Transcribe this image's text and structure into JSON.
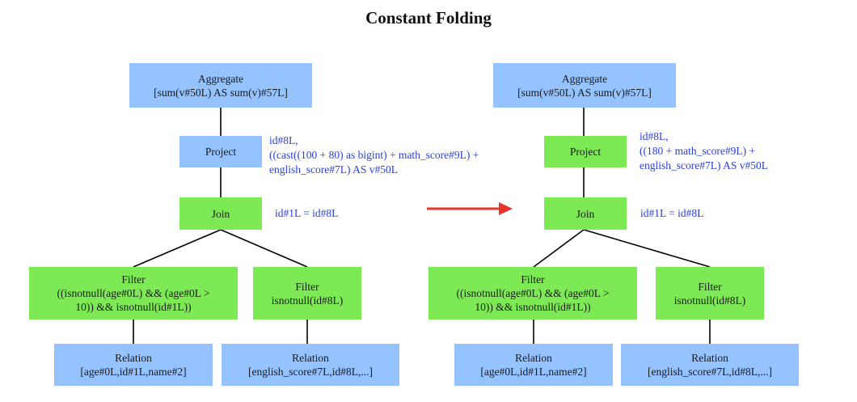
{
  "title": "Constant Folding",
  "colors": {
    "relation_fill": "#94c3ff",
    "operator_fill": "#7dea55",
    "annotation_text": "#2a3fe0",
    "arrow": "#e8342a",
    "edge": "#000000"
  },
  "left": {
    "aggregate": {
      "line1": "Aggregate",
      "line2": "[sum(v#50L) AS sum(v)#57L]"
    },
    "project": {
      "label": "Project"
    },
    "project_expr": [
      "id#8L,",
      "((cast((100 + 80) as bigint) + math_score#9L) +",
      "english_score#7L) AS v#50L"
    ],
    "join": {
      "label": "Join"
    },
    "join_cond": "id#1L = id#8L",
    "filter_left": {
      "line1": "Filter",
      "line2": "((isnotnull(age#0L) && (age#0L >",
      "line3": "10)) && isnotnull(id#1L))"
    },
    "filter_right": {
      "line1": "Filter",
      "line2": "isnotnull(id#8L)"
    },
    "relation_left": {
      "line1": "Relation",
      "line2": "[age#0L,id#1L,name#2]"
    },
    "relation_right": {
      "line1": "Relation",
      "line2": "[english_score#7L,id#8L,...]"
    }
  },
  "right": {
    "aggregate": {
      "line1": "Aggregate",
      "line2": "[sum(v#50L) AS sum(v)#57L]"
    },
    "project": {
      "label": "Project"
    },
    "project_expr": [
      "id#8L,",
      "((180 + math_score#9L) +",
      "english_score#7L) AS v#50L"
    ],
    "join": {
      "label": "Join"
    },
    "join_cond": "id#1L = id#8L",
    "filter_left": {
      "line1": "Filter",
      "line2": "((isnotnull(age#0L) && (age#0L >",
      "line3": "10)) && isnotnull(id#1L))"
    },
    "filter_right": {
      "line1": "Filter",
      "line2": "isnotnull(id#8L)"
    },
    "relation_left": {
      "line1": "Relation",
      "line2": "[age#0L,id#1L,name#2]"
    },
    "relation_right": {
      "line1": "Relation",
      "line2": "[english_score#7L,id#8L,...]"
    }
  }
}
